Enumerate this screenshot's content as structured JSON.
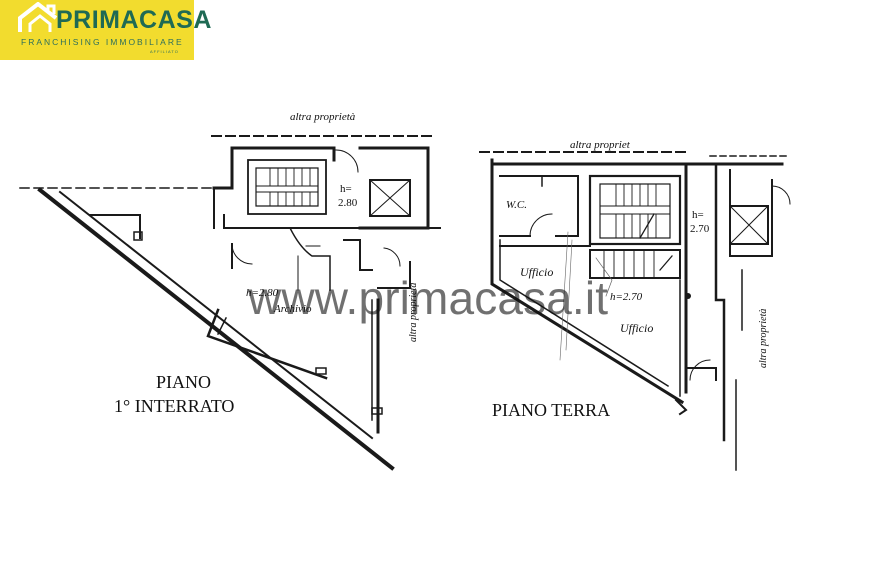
{
  "logo": {
    "name": "PRIMACASA",
    "tagline": "FRANCHISING IMMOBILIARE",
    "affiliate": "AFFILIATO"
  },
  "watermark": "www.primacasa.it",
  "basement": {
    "title_line1": "PIANO",
    "title_line2": "1° INTERRATO",
    "label_top": "altra proprietà",
    "label_side": "altra proprietà",
    "height_label": "h=",
    "height_value": "2.80",
    "height_label2": "h=2.80",
    "archive_label": "Archivio"
  },
  "ground": {
    "title": "PIANO TERRA",
    "label_top": "altra propriet",
    "label_side": "altra proprietà",
    "wc_label": "W.C.",
    "office_label_1": "Ufficio",
    "office_label_2": "Ufficio",
    "height_label": "h=",
    "height_value": "2.70",
    "height_label2": "h=2.70"
  }
}
